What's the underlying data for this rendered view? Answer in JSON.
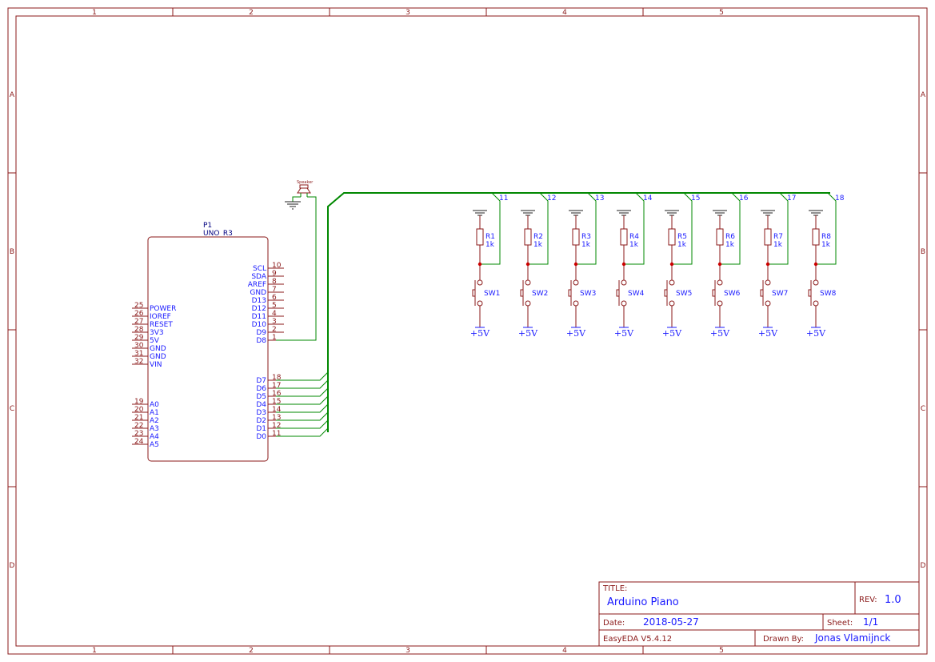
{
  "frame": {
    "columns": [
      "1",
      "2",
      "3",
      "4",
      "5"
    ],
    "rows": [
      "A",
      "B",
      "C",
      "D"
    ]
  },
  "arduino": {
    "ref": "P1",
    "value": "UNO_R3",
    "left_pins": [
      {
        "num": "25",
        "name": "POWER"
      },
      {
        "num": "26",
        "name": "IOREF"
      },
      {
        "num": "27",
        "name": "RESET"
      },
      {
        "num": "28",
        "name": "3V3"
      },
      {
        "num": "29",
        "name": "5V"
      },
      {
        "num": "30",
        "name": "GND"
      },
      {
        "num": "31",
        "name": "GND"
      },
      {
        "num": "32",
        "name": "VIN"
      }
    ],
    "analog_pins": [
      {
        "num": "19",
        "name": "A0"
      },
      {
        "num": "20",
        "name": "A1"
      },
      {
        "num": "21",
        "name": "A2"
      },
      {
        "num": "22",
        "name": "A3"
      },
      {
        "num": "23",
        "name": "A4"
      },
      {
        "num": "24",
        "name": "A5"
      }
    ],
    "right_top_pins": [
      {
        "num": "10",
        "name": "SCL"
      },
      {
        "num": "9",
        "name": "SDA"
      },
      {
        "num": "8",
        "name": "AREF"
      },
      {
        "num": "7",
        "name": "GND"
      },
      {
        "num": "6",
        "name": "D13"
      },
      {
        "num": "5",
        "name": "D12"
      },
      {
        "num": "4",
        "name": "D11"
      },
      {
        "num": "3",
        "name": "D10"
      },
      {
        "num": "2",
        "name": "D9"
      },
      {
        "num": "1",
        "name": "D8"
      }
    ],
    "right_bottom_pins": [
      {
        "num": "18",
        "name": "D7"
      },
      {
        "num": "17",
        "name": "D6"
      },
      {
        "num": "16",
        "name": "D5"
      },
      {
        "num": "15",
        "name": "D4"
      },
      {
        "num": "14",
        "name": "D3"
      },
      {
        "num": "13",
        "name": "D2"
      },
      {
        "num": "12",
        "name": "D1"
      },
      {
        "num": "11",
        "name": "D0"
      }
    ]
  },
  "speaker": {
    "label": "Speaker"
  },
  "keys": [
    {
      "bus": "11",
      "resistor": "R1",
      "value": "1k",
      "switch": "SW1",
      "power": "+5V"
    },
    {
      "bus": "12",
      "resistor": "R2",
      "value": "1k",
      "switch": "SW2",
      "power": "+5V"
    },
    {
      "bus": "13",
      "resistor": "R3",
      "value": "1k",
      "switch": "SW3",
      "power": "+5V"
    },
    {
      "bus": "14",
      "resistor": "R4",
      "value": "1k",
      "switch": "SW4",
      "power": "+5V"
    },
    {
      "bus": "15",
      "resistor": "R5",
      "value": "1k",
      "switch": "SW5",
      "power": "+5V"
    },
    {
      "bus": "16",
      "resistor": "R6",
      "value": "1k",
      "switch": "SW6",
      "power": "+5V"
    },
    {
      "bus": "17",
      "resistor": "R7",
      "value": "1k",
      "switch": "SW7",
      "power": "+5V"
    },
    {
      "bus": "18",
      "resistor": "R8",
      "value": "1k",
      "switch": "SW8",
      "power": "+5V"
    }
  ],
  "title_block": {
    "title_label": "TITLE:",
    "title": "Arduino Piano",
    "rev_label": "REV:",
    "rev": "1.0",
    "date_label": "Date:",
    "date": "2018-05-27",
    "sheet_label": "Sheet:",
    "sheet": "1/1",
    "tool": "EasyEDA V5.4.12",
    "drawn_label": "Drawn By:",
    "drawn_by": "Jonas Vlamijnck"
  }
}
